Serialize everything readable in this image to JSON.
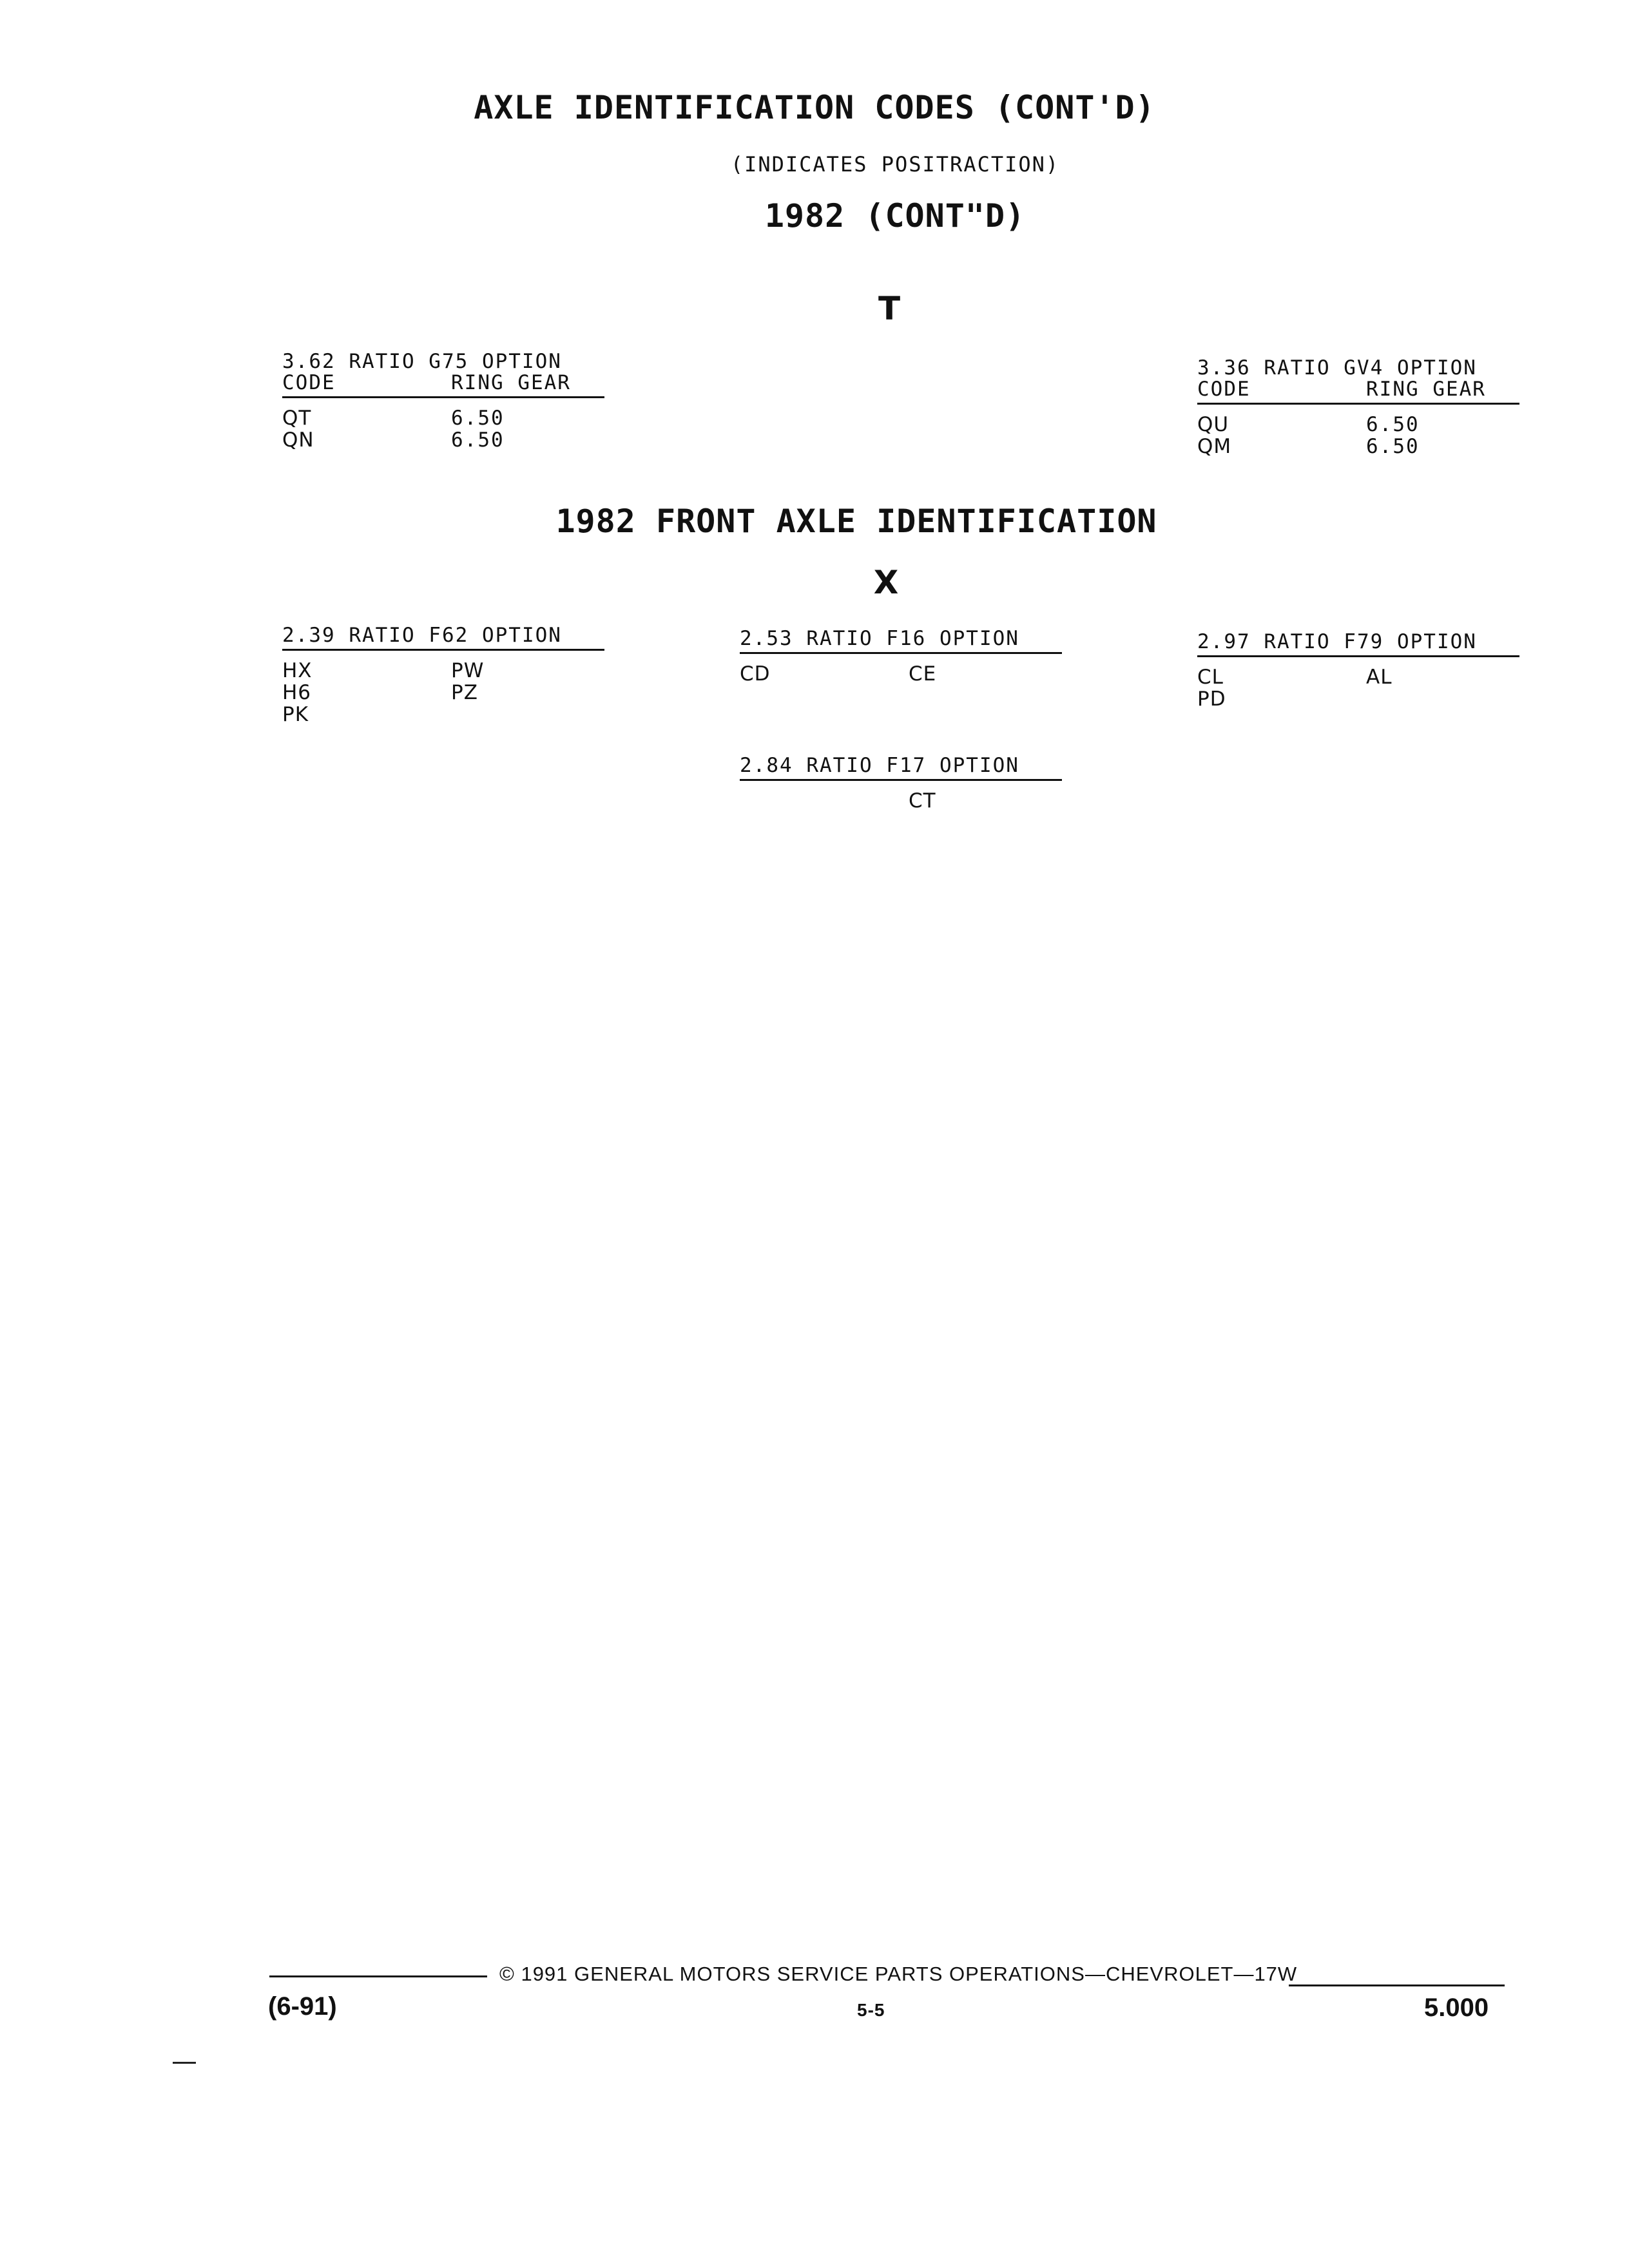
{
  "header": {
    "title": "AXLE IDENTIFICATION CODES (CONT'D)",
    "subtitle": "(INDICATES POSITRACTION)",
    "year_heading": "1982 (CONT\"D)"
  },
  "rear_section": {
    "letter": "T",
    "tables": [
      {
        "title": "3.62 RATIO G75 OPTION",
        "col1": "CODE",
        "col2": "RING GEAR",
        "rows": [
          [
            "QT",
            "6.50"
          ],
          [
            "QN",
            "6.50"
          ]
        ]
      },
      {
        "title": "3.36 RATIO GV4 OPTION",
        "col1": "CODE",
        "col2": "RING GEAR",
        "rows": [
          [
            "QU",
            "6.50"
          ],
          [
            "QM",
            "6.50"
          ]
        ]
      }
    ]
  },
  "front_section": {
    "heading": "1982 FRONT AXLE IDENTIFICATION",
    "letter": "X",
    "tables": [
      {
        "title": "2.39 RATIO F62 OPTION",
        "rows": [
          [
            "HX",
            "PW"
          ],
          [
            "H6",
            "PZ"
          ],
          [
            "PK",
            ""
          ]
        ]
      },
      {
        "title": "2.53 RATIO F16 OPTION",
        "rows": [
          [
            "CD",
            "CE"
          ]
        ]
      },
      {
        "title": "2.97 RATIO F79 OPTION",
        "rows": [
          [
            "CL",
            "AL"
          ],
          [
            "PD",
            ""
          ]
        ]
      },
      {
        "title": "2.84 RATIO F17 OPTION",
        "rows": [
          [
            "",
            "CT"
          ]
        ]
      }
    ]
  },
  "footer": {
    "copyright": "© 1991 GENERAL MOTORS SERVICE PARTS OPERATIONS—CHEVROLET—17W",
    "date_code": "(6-91)",
    "page_number": "5-5",
    "section_number": "5.000"
  }
}
